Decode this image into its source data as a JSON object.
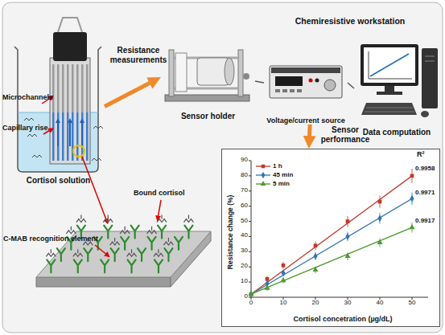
{
  "diagram": {
    "nodes": [
      {
        "text": [
          "Cortisol solution"
        ]
      },
      {
        "text": [
          "Sensor holder"
        ]
      },
      {
        "text": [
          "Chemiresistive workstation"
        ]
      },
      {
        "text": [
          "Voltage/current source"
        ],
        "in": 2
      },
      {
        "text": [
          "Data computation"
        ],
        "in": 2
      },
      {
        "text": [
          "Resistance change (%)",
          "Cortisol concetration (µg/dL)"
        ]
      }
    ],
    "edges": [
      {
        "from": 0,
        "to": 1,
        "arrow": "to",
        "label": "Resistance measurements"
      },
      {
        "from": 1,
        "to": 3,
        "arrow": "none"
      },
      {
        "from": 3,
        "to": 4,
        "arrow": "none"
      },
      {
        "from": 3,
        "to": 5,
        "arrow": "to",
        "label": "Sensor performance"
      }
    ],
    "labels": [
      "Microchannels",
      "Capillary rise",
      "Bound cortisol",
      "C-MAB recognition element",
      "R²",
      "0.9958",
      "0.9971",
      "0.9917",
      "0",
      "10",
      "20",
      "30",
      "40",
      "50",
      "60",
      "70",
      "80",
      "90",
      "0",
      "10",
      "20",
      "30",
      "40",
      "50"
    ],
    "legend": [
      {
        "text": "1 h"
      },
      {
        "text": "45 min"
      },
      {
        "text": "5 min"
      }
    ]
  }
}
